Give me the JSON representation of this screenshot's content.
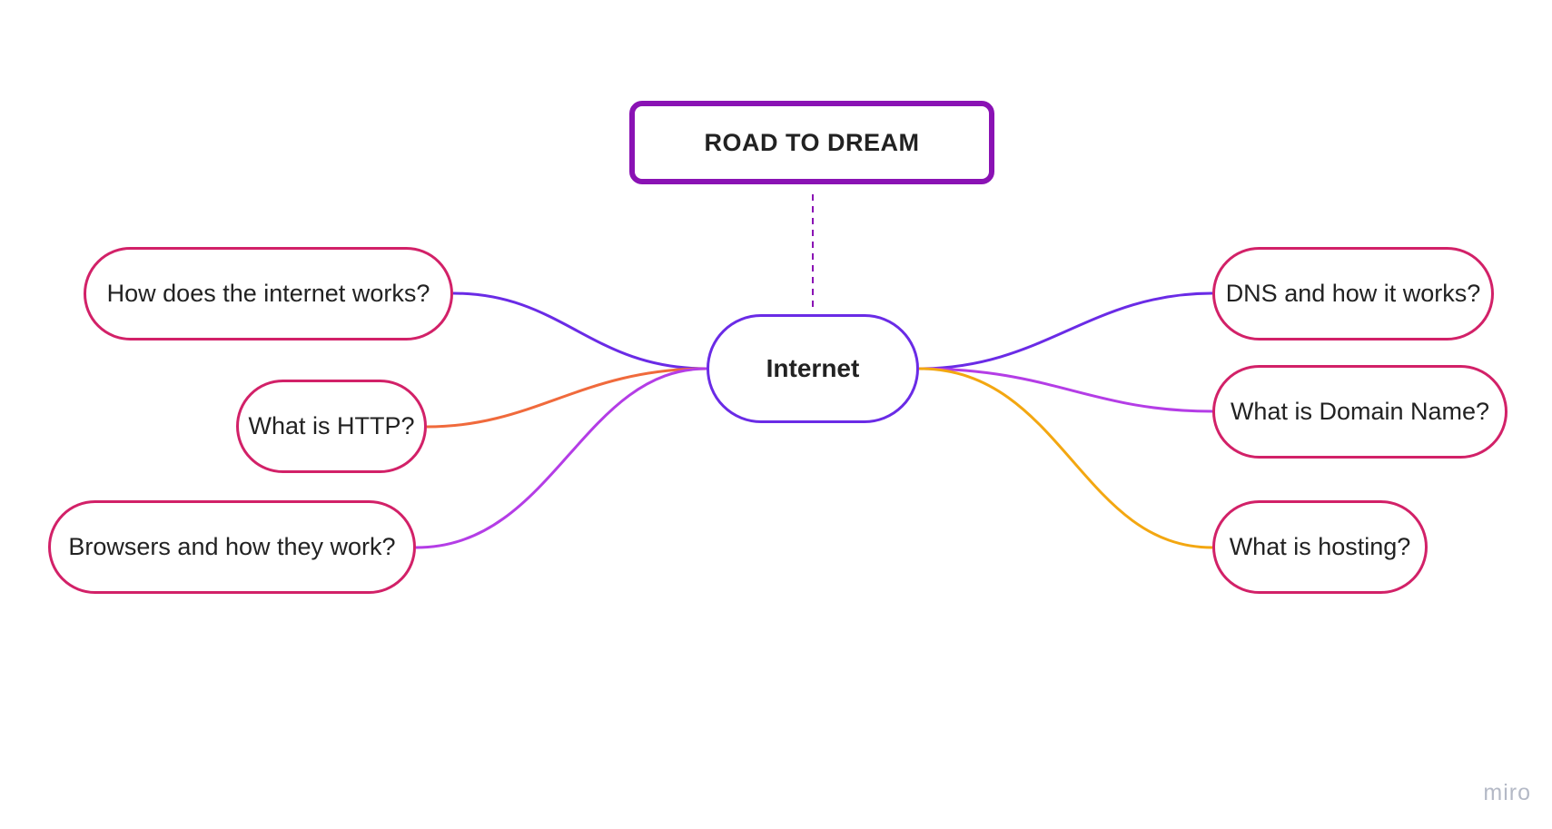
{
  "root": {
    "label": "ROAD TO DREAM",
    "color": "#8a12b4"
  },
  "center": {
    "label": "Internet",
    "color": "#6a2be6"
  },
  "topics": {
    "how_internet": {
      "label": "How does the internet works?",
      "edge_color": "#6a2be6"
    },
    "http": {
      "label": "What is HTTP?",
      "edge_color": "#f06a3c"
    },
    "browsers": {
      "label": "Browsers and how they work?",
      "edge_color": "#b43de6"
    },
    "dns": {
      "label": "DNS and how it works?",
      "edge_color": "#6a2be6"
    },
    "domain": {
      "label": "What is Domain Name?",
      "edge_color": "#b43de6"
    },
    "hosting": {
      "label": "What is hosting?",
      "edge_color": "#f3a711"
    }
  },
  "node_border_color": "#d22168",
  "watermark": {
    "label": "miro"
  }
}
